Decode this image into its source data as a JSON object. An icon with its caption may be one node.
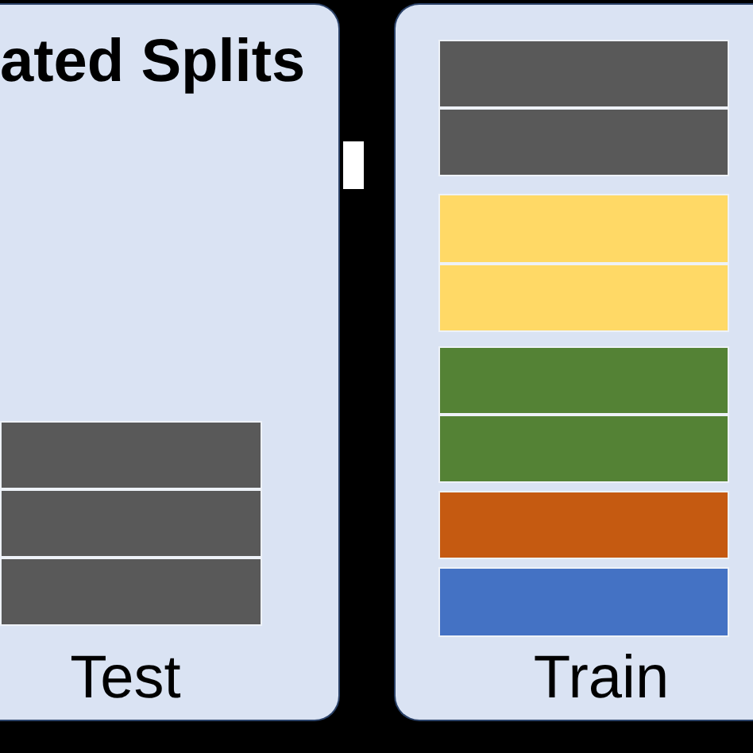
{
  "diagram": {
    "nodes": [
      {
        "text": [
          "ated Splits",
          "Test"
        ]
      },
      {
        "text": [],
        "shape": "bar",
        "in": 0
      },
      {
        "text": [],
        "shape": "bar",
        "in": 0
      },
      {
        "text": [],
        "shape": "bar",
        "in": 0
      },
      {
        "text": [
          "Train"
        ]
      },
      {
        "text": [],
        "shape": "bar",
        "in": 4
      },
      {
        "text": [],
        "shape": "bar",
        "in": 4
      },
      {
        "text": [],
        "shape": "bar",
        "in": 4
      },
      {
        "text": [],
        "shape": "bar",
        "in": 4
      },
      {
        "text": [],
        "shape": "bar",
        "in": 4
      },
      {
        "text": [],
        "shape": "bar",
        "in": 4
      },
      {
        "text": [],
        "shape": "bar",
        "in": 4
      },
      {
        "text": [],
        "shape": "bar",
        "in": 4
      }
    ]
  }
}
